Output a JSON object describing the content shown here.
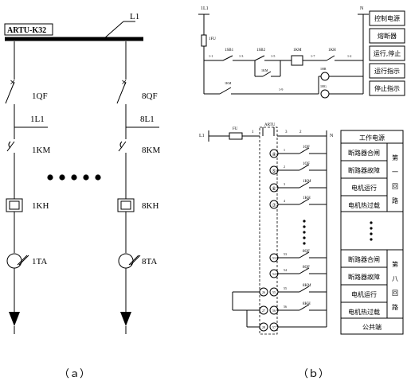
{
  "panel_a": {
    "device": "ARTU-K32",
    "bus": "L1",
    "breaker_1": "1QF",
    "breaker_8": "8QF",
    "line_1": "1L1",
    "line_8": "8L1",
    "contactor_1": "1KM",
    "contactor_8": "8KM",
    "relay_1": "1KH",
    "relay_8": "8KH",
    "ct_1": "1TA",
    "ct_8": "8TA",
    "caption": "（ａ）"
  },
  "panel_b_top": {
    "bus_left": "1L1",
    "bus_right": "N",
    "fuse": "1FU",
    "stop_btn": "1SB1",
    "start_btn": "1SB2",
    "coil": "1KM",
    "thermal": "1KH",
    "lamp_run": "1HR",
    "lamp_stop": "1HG",
    "aux_contact": "1KM",
    "node_1": "1-1",
    "node_3": "1-3",
    "node_5": "1-5",
    "node_7": "1-7",
    "node_2": "1-2",
    "node_9": "1-9",
    "legend": [
      "控制电源",
      "熔断器",
      "运行,停止",
      "运行指示",
      "停止指示"
    ]
  },
  "panel_b_bottom": {
    "bus_left": "L1",
    "bus_right": "N",
    "fuse": "FU",
    "device": "ARTU",
    "wire_1": "1",
    "wire_2": "2",
    "wire_3": "3",
    "terminals_g1": [
      "④",
      "⑤",
      "⑥",
      "⑦"
    ],
    "terminals_g8": [
      "53",
      "54",
      "55",
      "56",
      "57"
    ],
    "terminals_extra": [
      "26",
      "27",
      "28",
      "29"
    ],
    "contacts_g1": [
      "1QF",
      "1QF",
      "1KM",
      "1KH"
    ],
    "contacts_g8": [
      "8QF",
      "8QF",
      "8KM",
      "8KH"
    ],
    "wire_labels_g1": [
      "1",
      "2",
      "3",
      "4"
    ],
    "wire_labels_g8": [
      "53",
      "54",
      "55",
      "56"
    ],
    "power_label": "工作电源",
    "signals_g1": [
      "断路器合闸",
      "断路器故障",
      "电机运行",
      "电机热过载"
    ],
    "signals_g8": [
      "断路器合闸",
      "断路器故障",
      "电机运行",
      "电机热过载"
    ],
    "group_1": [
      "第",
      "一",
      "回",
      "路"
    ],
    "group_8": [
      "第",
      "八",
      "回",
      "路"
    ],
    "common": "公共端",
    "caption": "（ｂ）"
  }
}
